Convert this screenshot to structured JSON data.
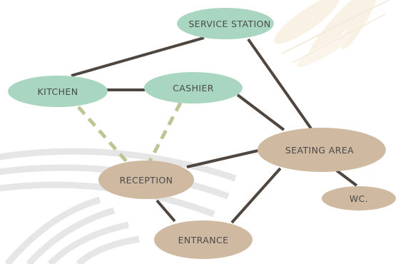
{
  "diagram": {
    "nodes": {
      "service_station": {
        "label": "SERVICE STATION",
        "category": "service"
      },
      "kitchen": {
        "label": "KITCHEN",
        "category": "service"
      },
      "cashier": {
        "label": "CASHIER",
        "category": "service"
      },
      "seating_area": {
        "label": "SEATING AREA",
        "category": "public"
      },
      "reception": {
        "label": "RECEPTION",
        "category": "public"
      },
      "wc": {
        "label": "WC.",
        "category": "public"
      },
      "entrance": {
        "label": "ENTRANCE",
        "category": "public"
      }
    },
    "connections": [
      {
        "from": "kitchen",
        "to": "service_station",
        "style": "solid"
      },
      {
        "from": "kitchen",
        "to": "cashier",
        "style": "solid"
      },
      {
        "from": "service_station",
        "to": "seating_area",
        "style": "solid"
      },
      {
        "from": "cashier",
        "to": "seating_area",
        "style": "solid"
      },
      {
        "from": "seating_area",
        "to": "reception",
        "style": "solid"
      },
      {
        "from": "seating_area",
        "to": "wc",
        "style": "solid"
      },
      {
        "from": "seating_area",
        "to": "entrance",
        "style": "solid"
      },
      {
        "from": "reception",
        "to": "entrance",
        "style": "solid"
      },
      {
        "from": "kitchen",
        "to": "reception",
        "style": "dashed"
      },
      {
        "from": "cashier",
        "to": "reception",
        "style": "dashed"
      }
    ],
    "colors": {
      "service": "#a9d6c0",
      "public": "#cfb9a0",
      "solid_line": "#4f4640",
      "dashed_line": "#bfc495",
      "label_text": "#4a4a4a",
      "background_arcs": "#e6e6e6",
      "background_wheat": "#f3e6cf"
    }
  }
}
